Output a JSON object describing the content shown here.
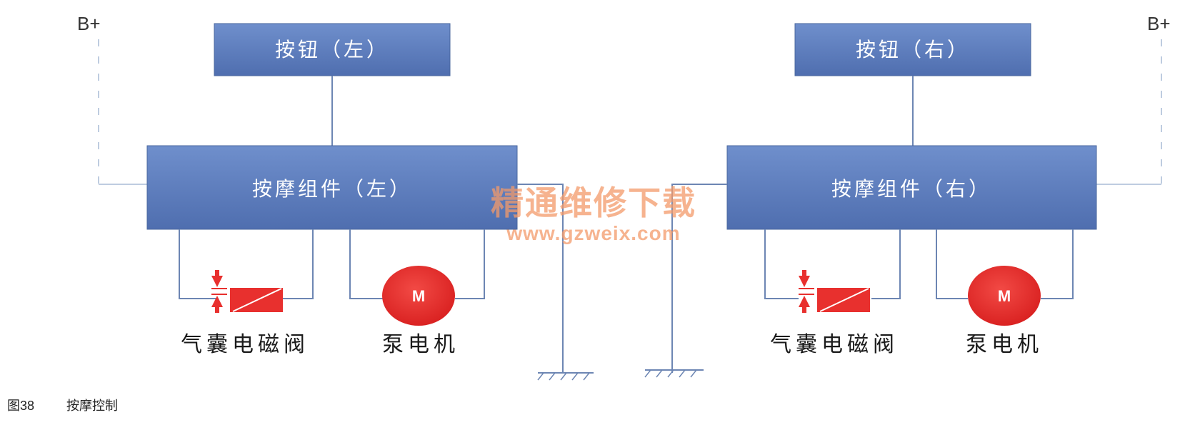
{
  "power_left": "B+",
  "power_right": "B+",
  "button_left": "按钮（左）",
  "button_right": "按钮（右）",
  "module_left": "按摩组件（左）",
  "module_right": "按摩组件（右）",
  "valve_left_label": "气囊电磁阀",
  "valve_right_label": "气囊电磁阀",
  "pump_left_label": "泵电机",
  "pump_right_label": "泵电机",
  "motor_symbol_left": "M",
  "motor_symbol_right": "M",
  "watermark": {
    "name": "精通维修下载",
    "url": "www.gzweix.com"
  },
  "caption": {
    "number": "图38",
    "title": "按摩控制"
  },
  "colors": {
    "box_fill": "#5a7bbd",
    "wire": "#6d86b3",
    "component_red": "#e8302e",
    "watermark": "#f39a6a"
  }
}
